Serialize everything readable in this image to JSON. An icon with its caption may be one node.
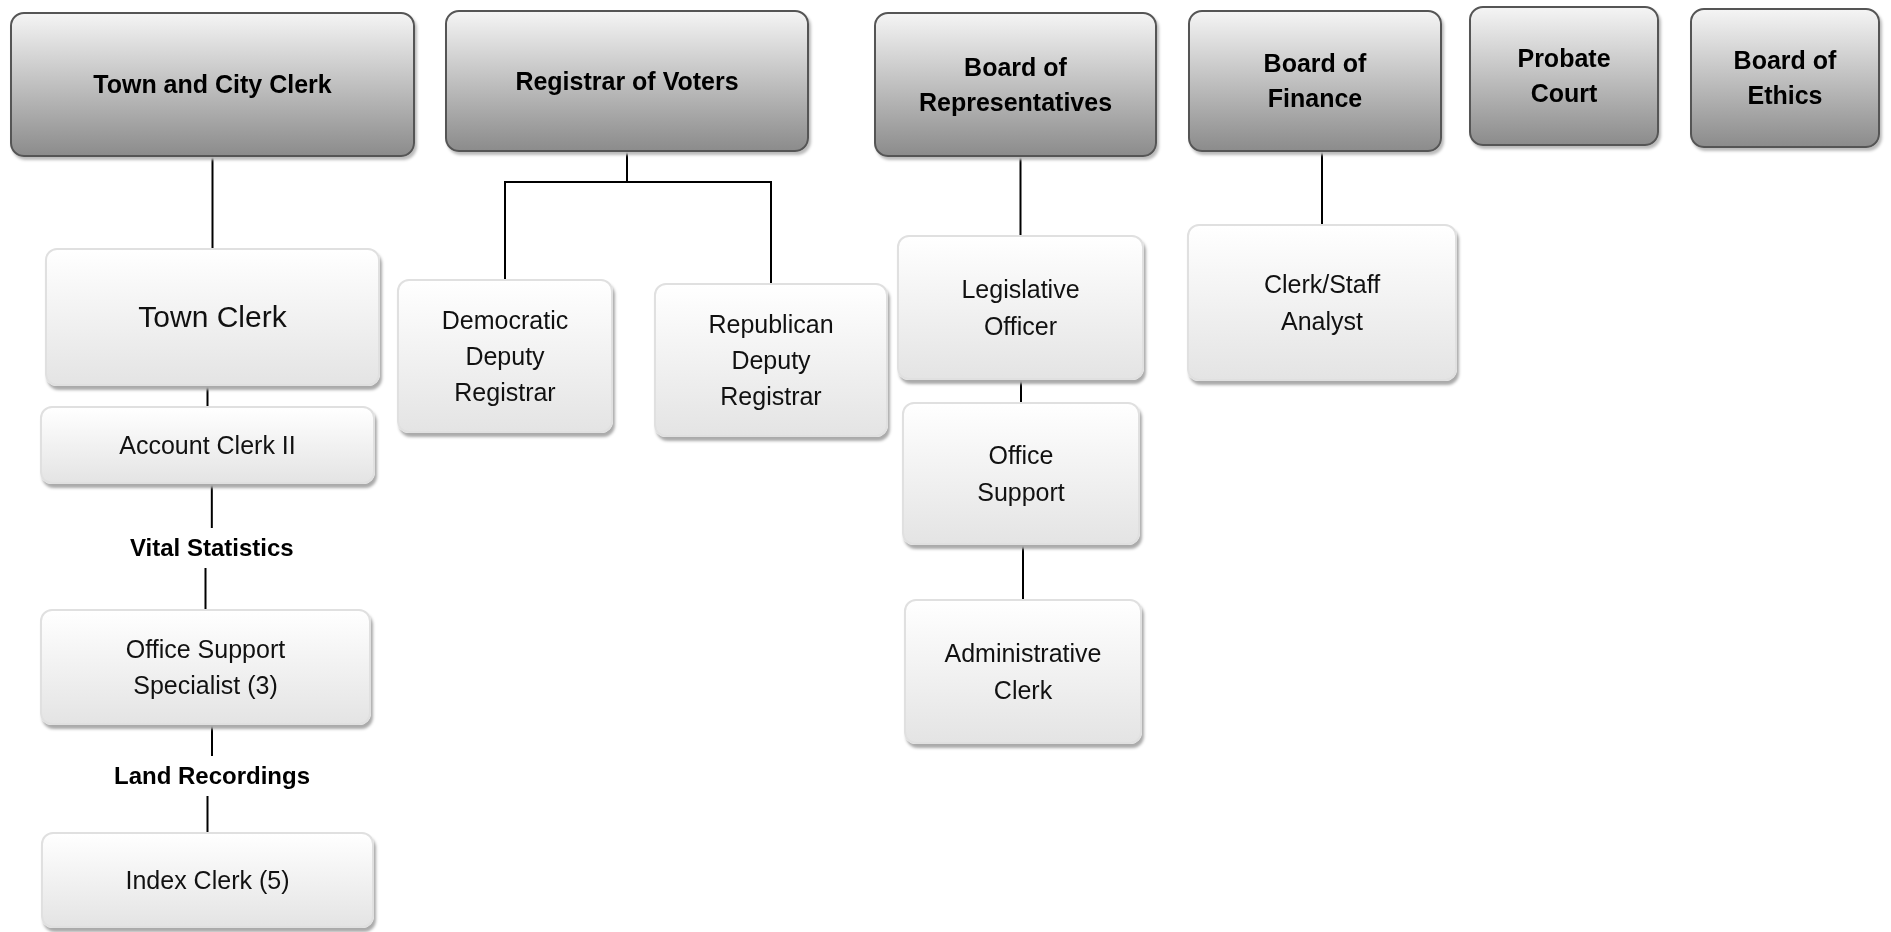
{
  "diagram": {
    "nodes": [
      {
        "text": [
          "Town and City Clerk"
        ]
      },
      {
        "text": [
          "Registrar of Voters"
        ]
      },
      {
        "text": [
          "Board of Representatives"
        ]
      },
      {
        "text": [
          "Board of Finance"
        ]
      },
      {
        "text": [
          "Probate Court"
        ]
      },
      {
        "text": [
          "Board of Ethics"
        ]
      },
      {
        "text": [
          "Town Clerk"
        ]
      },
      {
        "text": [
          "Account Clerk II"
        ]
      },
      {
        "text": [
          "Vital Statistics"
        ]
      },
      {
        "text": [
          "Office Support Specialist (3)"
        ]
      },
      {
        "text": [
          "Land Recordings"
        ]
      },
      {
        "text": [
          "Index Clerk (5)"
        ]
      },
      {
        "text": [
          "Democratic Deputy Registrar"
        ]
      },
      {
        "text": [
          "Republican Deputy Registrar"
        ]
      },
      {
        "text": [
          "Legislative Officer"
        ]
      },
      {
        "text": [
          "Office Support"
        ]
      },
      {
        "text": [
          "Administrative Clerk"
        ]
      },
      {
        "text": [
          "Clerk/Staff Analyst"
        ]
      }
    ],
    "edges": [
      {
        "from": 0,
        "to": 6,
        "arrow": "none"
      },
      {
        "from": 6,
        "to": 7,
        "arrow": "none"
      },
      {
        "from": 7,
        "to": 8,
        "arrow": "none"
      },
      {
        "from": 8,
        "to": 9,
        "arrow": "none"
      },
      {
        "from": 9,
        "to": 10,
        "arrow": "none"
      },
      {
        "from": 10,
        "to": 11,
        "arrow": "none"
      },
      {
        "from": 1,
        "to": 12,
        "arrow": "none"
      },
      {
        "from": 1,
        "to": 13,
        "arrow": "none"
      },
      {
        "from": 2,
        "to": 14,
        "arrow": "none"
      },
      {
        "from": 14,
        "to": 15,
        "arrow": "none"
      },
      {
        "from": 15,
        "to": 16,
        "arrow": "none"
      },
      {
        "from": 3,
        "to": 17,
        "arrow": "none"
      }
    ]
  }
}
